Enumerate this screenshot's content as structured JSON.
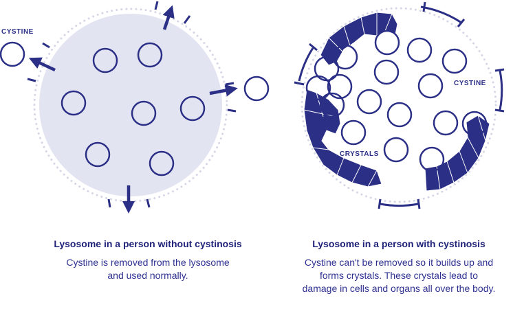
{
  "left_panel": {
    "title": "Lysosome in a person without cystinosis",
    "description_lines": [
      "Cystine is removed from the lysosome",
      "and used normally."
    ],
    "molecule_label": "CYSTINE"
  },
  "right_panel": {
    "title": "Lysosome in a person with cystinosis",
    "description_lines": [
      "Cystine can't be removed so it builds up and",
      "forms crystals. These crystals lead to",
      "damage in cells and organs all over the body."
    ],
    "molecule_label": "CYSTINE",
    "crystal_label": "CRYSTALS"
  },
  "colors": {
    "primary": "#2b2f86",
    "lysosome_fill": "#e3e4f1",
    "membrane_dots": "#d6d7e6"
  }
}
